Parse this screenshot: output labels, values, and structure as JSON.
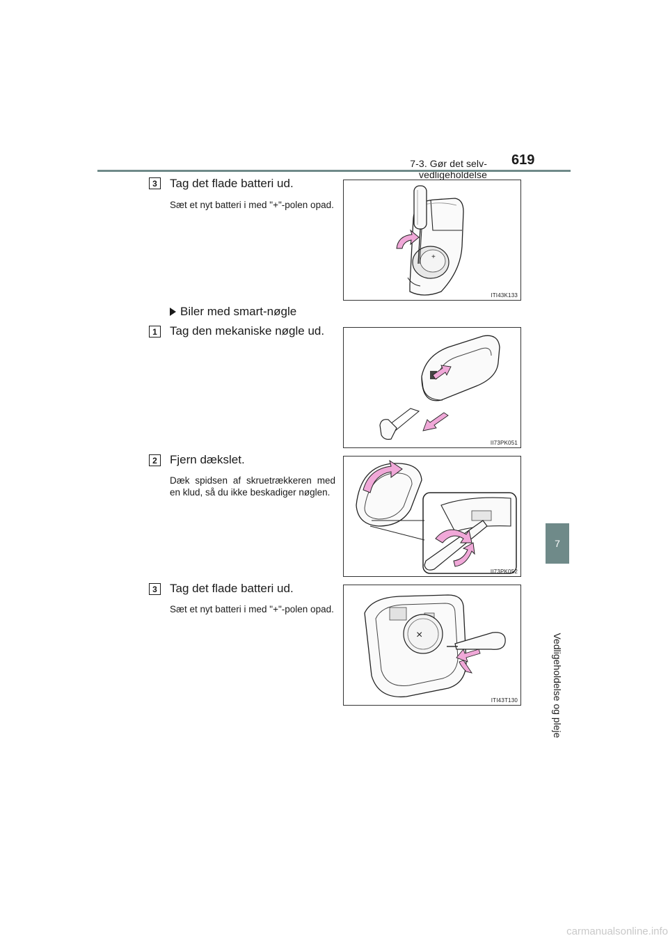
{
  "header": {
    "section": "7-3. Gør det selv-vedligeholdelse",
    "page_number": "619"
  },
  "side_tab": {
    "chapter_number": "7",
    "chapter_title": "Vedligeholdelse og pleje"
  },
  "sections": [
    {
      "step": "3",
      "title": "Tag det flade batteri ud.",
      "note": "Sæt et nyt batteri i med \"+\"-polen opad.",
      "figure_code": "ITI43K133"
    },
    {
      "subheading": "Biler med smart-nøgle"
    },
    {
      "step": "1",
      "title": "Tag den mekaniske nøgle ud.",
      "figure_code": "II73PK051"
    },
    {
      "step": "2",
      "title": "Fjern dækslet.",
      "note": "Dæk spidsen af skruetrækkeren med en klud, så du ikke beskadiger nøglen.",
      "figure_code": "II73PK052"
    },
    {
      "step": "3",
      "title": "Tag det flade batteri ud.",
      "note": "Sæt et nyt batteri i med \"+\"-polen opad.",
      "figure_code": "ITI43T130"
    }
  ],
  "figure_glyphs": {
    "battery_plus": "+",
    "battery_cross": "×"
  },
  "colors": {
    "accent_teal": "#6f8a89",
    "arrow_pink": "#f0a8d8"
  },
  "watermark": "carmanualsonline.info"
}
